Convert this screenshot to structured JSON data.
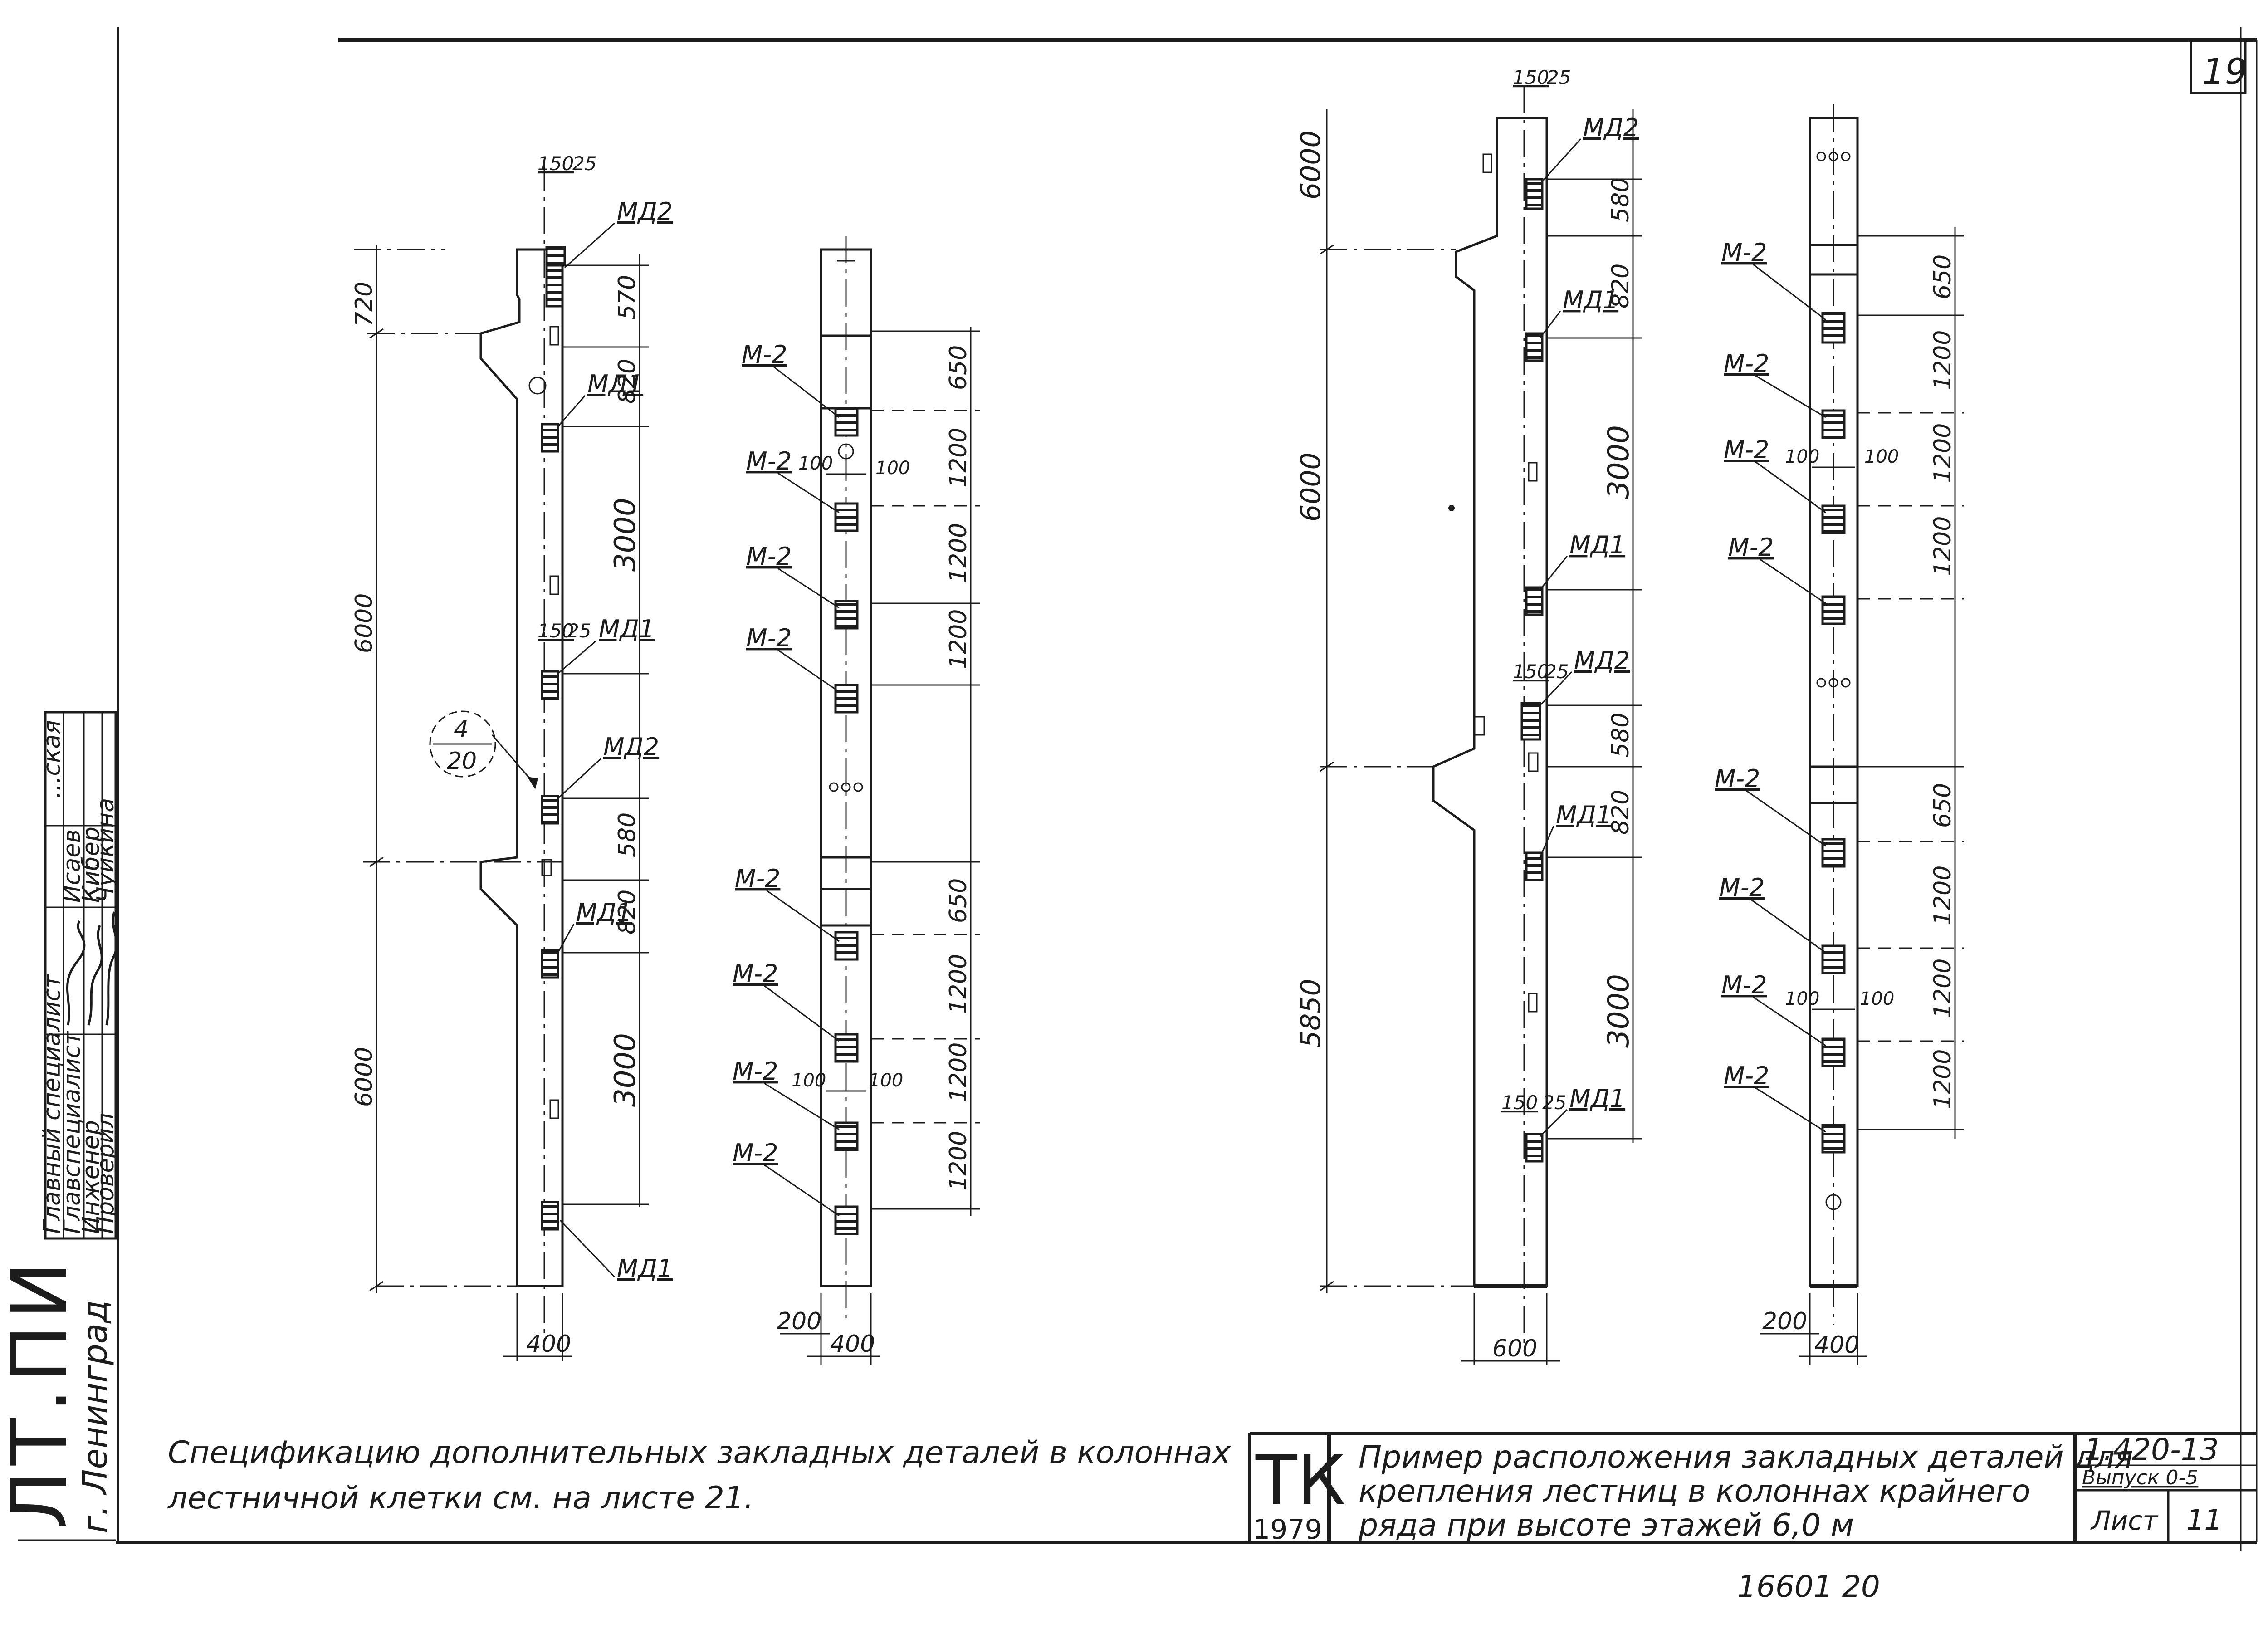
{
  "sheet": {
    "page_number": "19",
    "organization": "ЛТ.ПИ",
    "city": "г. Ленинград",
    "approval_table": {
      "roles": [
        "Главный специалист",
        "Главспециалист",
        "Инженер",
        "Проверил"
      ],
      "names": [
        "Исаев",
        "Кибер",
        "Чуйкина"
      ],
      "header_fragment": "...ская"
    },
    "note": [
      "Спецификацию дополнительных закладных деталей в колоннах",
      "лестничной клетки см. на листе 21."
    ],
    "stamp": {
      "code": "ТК",
      "year": "1979",
      "title": [
        "Пример расположения закладных деталей для",
        "крепления лестниц в колоннах крайнего",
        "ряда при высоте   этажей 6,0 м"
      ],
      "series": "1.420-13",
      "issue": "Выпуск 0-5",
      "sheet_label": "Лист",
      "sheet_no": "11"
    },
    "archive_number": "16601  20"
  },
  "drawing": {
    "labels": {
      "md1": "МД1",
      "md2": "МД2",
      "m2": "М-2"
    },
    "left_column": {
      "top_dims": [
        "150",
        "25"
      ],
      "mid_dims": [
        "150",
        "25"
      ],
      "left_dims": [
        "720",
        "6000",
        "6000"
      ],
      "right_dims_upper": [
        "570",
        "820",
        "3000"
      ],
      "right_dims_lower": [
        "580",
        "820",
        "3000"
      ],
      "bottom_dim": "400",
      "callout_num": "4",
      "callout_sheet": "20"
    },
    "left_front": {
      "right_dims_upper": [
        "650",
        "1200",
        "1200",
        "1200"
      ],
      "right_dims_lower": [
        "650",
        "1200",
        "1200",
        "1200"
      ],
      "spacing": [
        "100",
        "100"
      ],
      "bottom_dims": [
        "200",
        "400"
      ]
    },
    "right_column": {
      "top_dims": [
        "150",
        "25"
      ],
      "mid_dims": [
        "150",
        "25"
      ],
      "low_dims": [
        "150",
        "25"
      ],
      "left_dims": [
        "6000",
        "6000",
        "5850"
      ],
      "right_dims_upper": [
        "580",
        "820",
        "3000"
      ],
      "right_dims_lower": [
        "580",
        "820",
        "3000"
      ],
      "bottom_dim": "600"
    },
    "right_front": {
      "right_dims_upper": [
        "650",
        "1200",
        "1200",
        "1200"
      ],
      "right_dims_lower": [
        "650",
        "1200",
        "1200",
        "1200"
      ],
      "spacing": [
        "100",
        "100"
      ],
      "bottom_dims": [
        "200",
        "400"
      ]
    }
  }
}
